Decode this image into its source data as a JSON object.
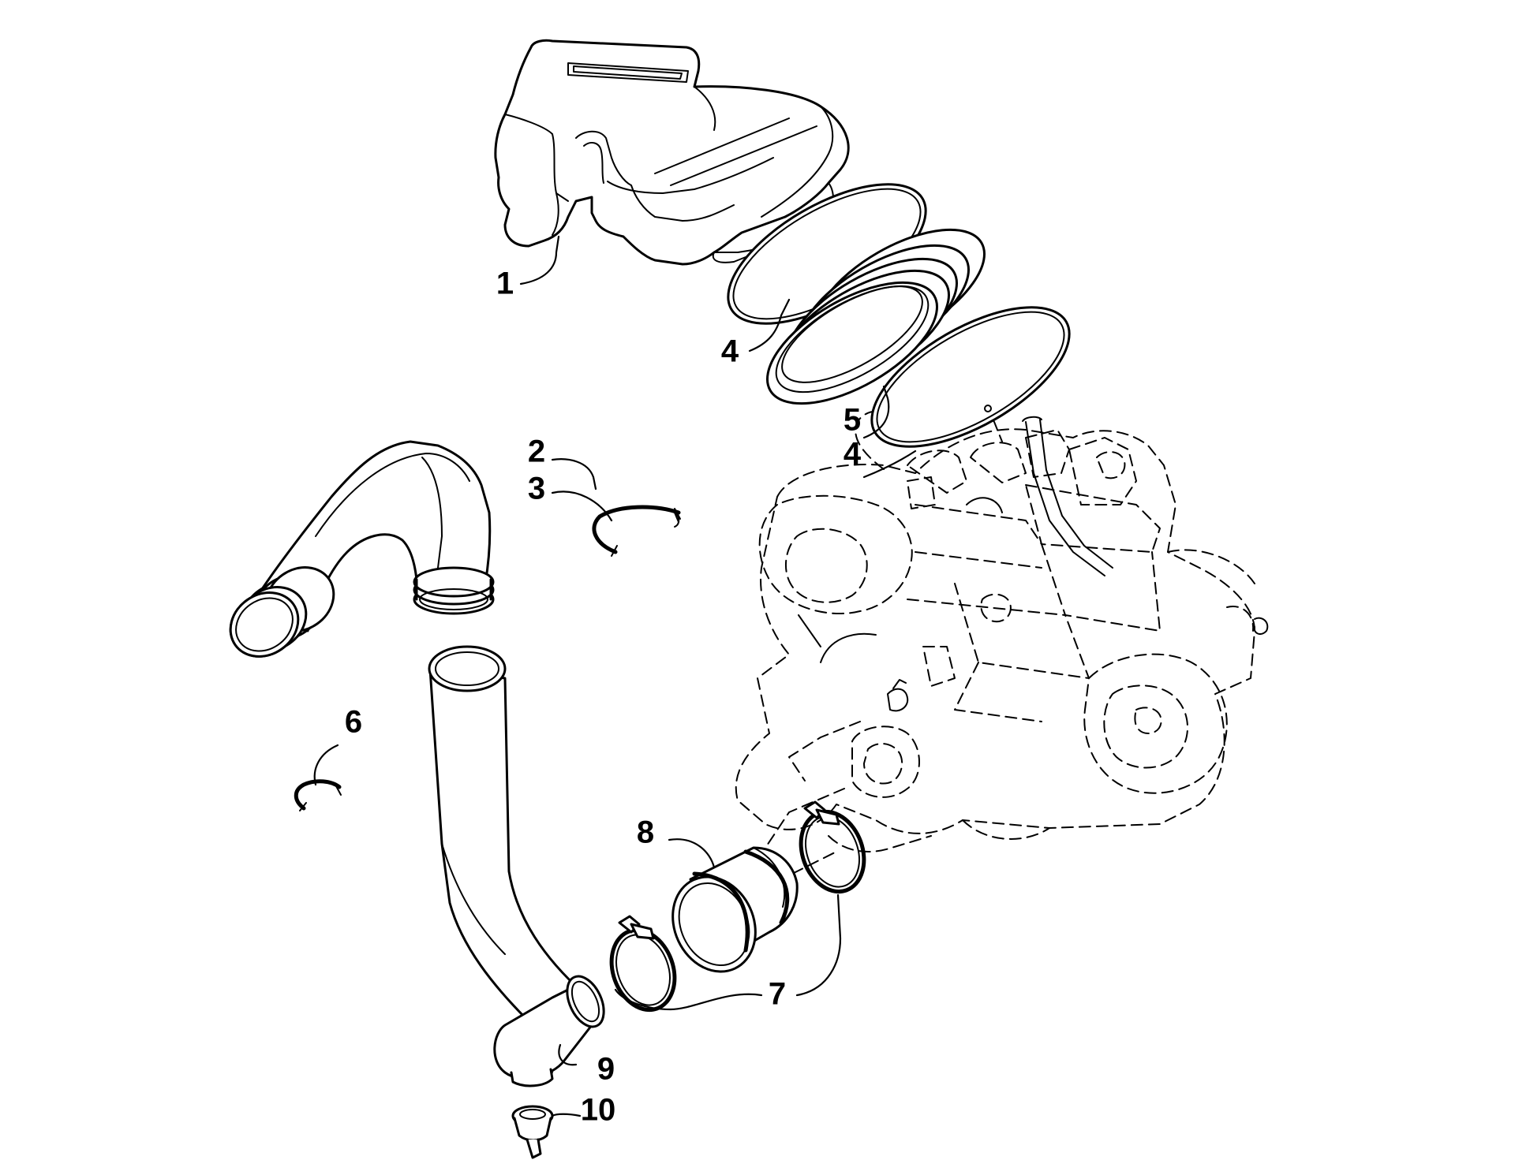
{
  "callouts": {
    "c1": "1",
    "c2": "2",
    "c3": "3",
    "c4a": "4",
    "c4b": "4",
    "c5": "5",
    "c6": "6",
    "c7": "7",
    "c8": "8",
    "c9": "9",
    "c10": "10"
  },
  "colors": {
    "ink": "#000000",
    "paper": "#ffffff"
  }
}
